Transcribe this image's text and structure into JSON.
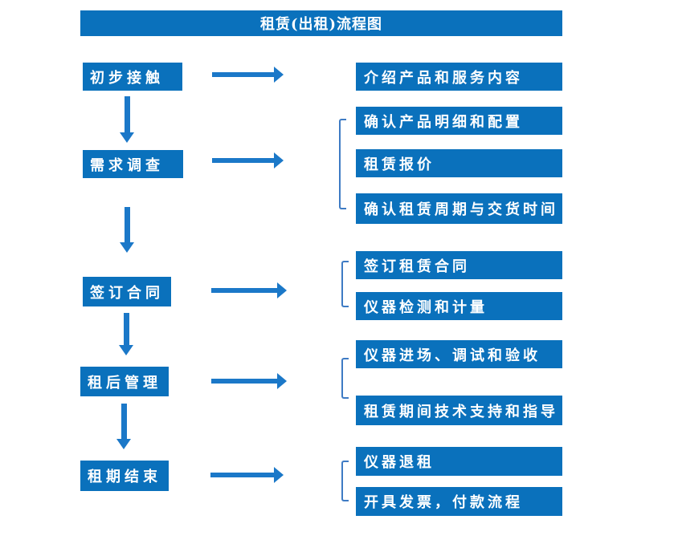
{
  "title": "租赁(出租)流程图",
  "colors": {
    "box_blue": "#0A71BC",
    "arrow_blue": "#1B78C8",
    "bracket_blue": "#3E7BC4",
    "text_white": "#FFFFFF"
  },
  "steps": [
    {
      "label": "初步接触"
    },
    {
      "label": "需求调查"
    },
    {
      "label": "签订合同"
    },
    {
      "label": "租后管理"
    },
    {
      "label": "租期结束"
    }
  ],
  "details": [
    {
      "label": "介绍产品和服务内容"
    },
    {
      "label": "确认产品明细和配置"
    },
    {
      "label": "租赁报价"
    },
    {
      "label": "确认租赁周期与交货时间"
    },
    {
      "label": "签订租赁合同"
    },
    {
      "label": "仪器检测和计量"
    },
    {
      "label": "仪器进场、调试和验收"
    },
    {
      "label": "租赁期间技术支持和指导"
    },
    {
      "label": "仪器退租"
    },
    {
      "label": "开具发票，付款流程"
    }
  ]
}
